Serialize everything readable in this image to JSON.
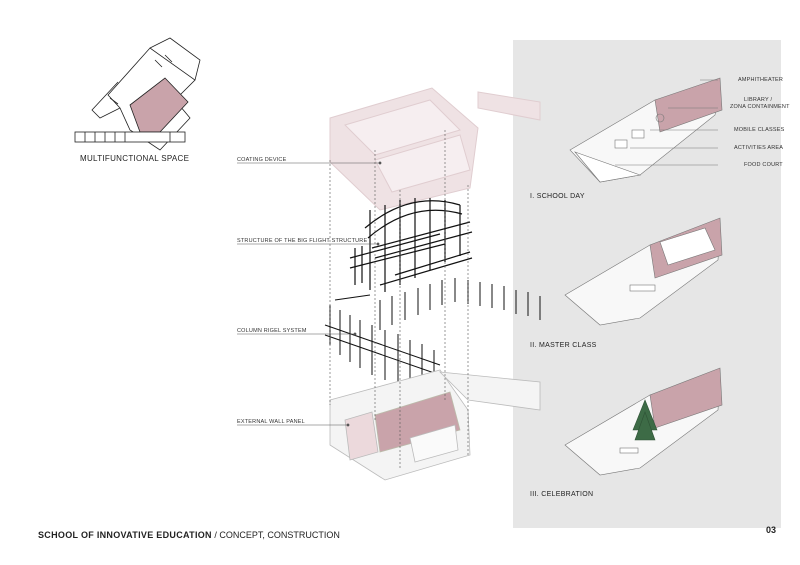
{
  "plan": {
    "caption": "MULTIFUNCTIONAL SPACE"
  },
  "layers": [
    {
      "label": "COATING DEVICE"
    },
    {
      "label": "STRUCTURE OF THE BIG FLIGHT STRUCTURE"
    },
    {
      "label": "COLUMN RIGEL SYSTEM"
    },
    {
      "label": "EXTERNAL WALL PANEL"
    }
  ],
  "scenarios": [
    {
      "title": "I.  SCHOOL DAY",
      "annotations": [
        "AMPHITHEATER",
        "LIBRARY /",
        "ZONA CONTAINMENT",
        "MOBILE CLASSES",
        "ACTIVITIES AREA",
        "FOOD COURT"
      ]
    },
    {
      "title": "II.  MASTER CLASS"
    },
    {
      "title": "III.  CELEBRATION"
    }
  ],
  "footer": {
    "title": "SCHOOL OF INNOVATIVE EDUCATION",
    "separator": " / ",
    "subtitle": "CONCEPT, CONSTRUCTION",
    "page": "03"
  },
  "colors": {
    "accent": "#c9a3aa",
    "accent_light": "#ecd9dc",
    "panel": "#e6e6e6",
    "line": "#222222"
  }
}
